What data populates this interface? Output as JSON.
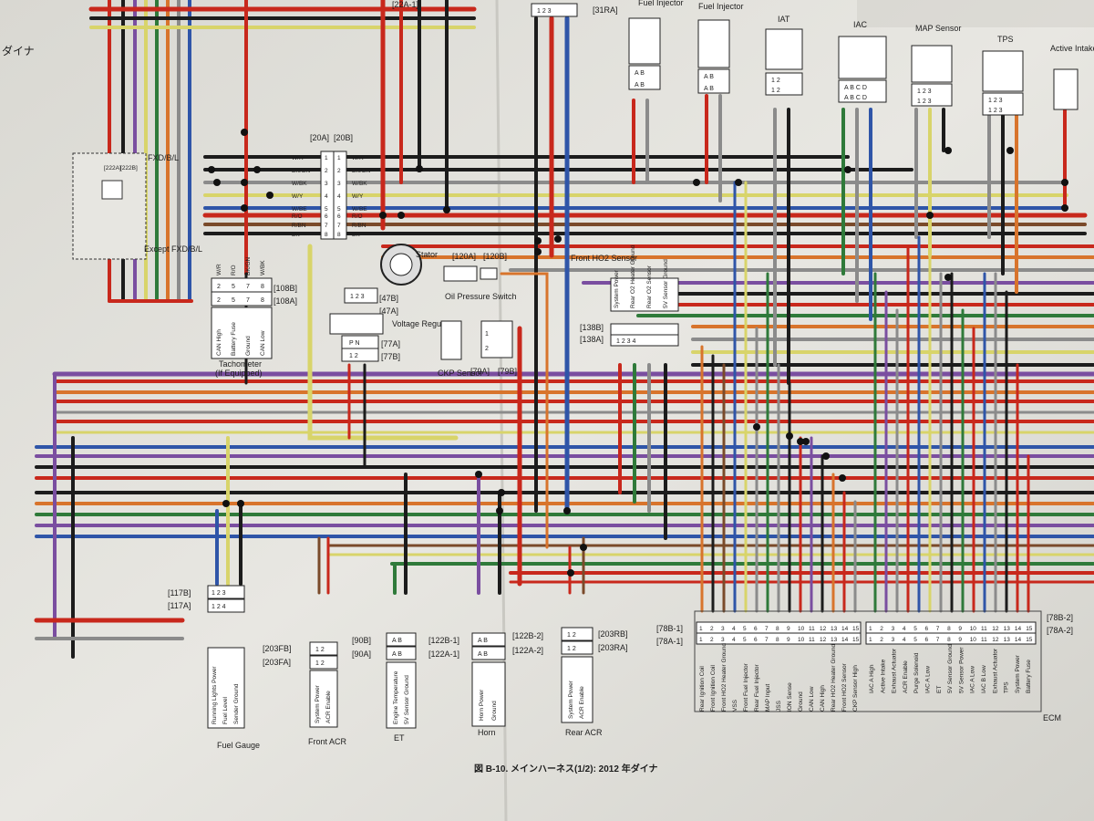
{
  "page": {
    "side_label": "ダイナ",
    "caption": "図 B-10. メインハーネス(1/2): 2012 年ダイナ"
  },
  "top": {
    "left_fuel_injector": "Fuel Injector",
    "right_fuel_injector": "Fuel Injector",
    "iat": "IAT",
    "iac": "IAC",
    "map": "MAP Sensor",
    "tps": "TPS",
    "active_intake": "Active Intake",
    "conn_22a": "[22A-1]",
    "conn_31ra": "[31RA]"
  },
  "left": {
    "fxd_label": "FXD/B/L",
    "except_label": "Except FXD/B/L",
    "conn_222a": "[222A]",
    "conn_222b": "[222B]",
    "conn_20a": "[20A]",
    "conn_20b": "[20B]",
    "conn_108b": "[108B]",
    "conn_108a": "[108A]",
    "tachometer": "Tachometer",
    "tachometer_note": "(If Equipped)",
    "tach_pins": [
      "CAN High",
      "Battery Fuse",
      "Ground",
      "CAN Low"
    ],
    "tach_wires": [
      "W/R",
      "R/O",
      "BK/GN",
      "W/BK"
    ],
    "harness_wires": [
      "W/R",
      "BK/GN",
      "W/BK",
      "W/Y",
      "W/BE",
      "R/O",
      "R/BN",
      "BK"
    ]
  },
  "middle": {
    "stator": "Stator",
    "voltage_regulator": "Voltage Regulator",
    "conn_47b": "[47B]",
    "conn_47a": "[47A]",
    "conn_77a": "[77A]",
    "conn_77b": "[77B]",
    "oil_pressure": "Oil Pressure Switch",
    "conn_120a": "[120A]",
    "conn_120b": "[120B]",
    "ckp": "CKP Sensor",
    "conn_79a": "[79A]",
    "conn_79b": "[79B]",
    "front_ho2": "Front HO2 Sensor",
    "ho2_pins": [
      "System Power",
      "Rear O2 Heater Ground",
      "Rear O2 Sensor",
      "5V Sensor Ground"
    ],
    "conn_138b": "[138B]",
    "conn_138a": "[138A]"
  },
  "bottom": {
    "fuel_gauge": "Fuel Gauge",
    "fuel_gauge_pins": [
      "Running Lights Power",
      "Fuel Level",
      "Sender Ground"
    ],
    "conn_117b": "[117B]",
    "conn_117a": "[117A]",
    "front_acr": "Front ACR",
    "acr_pins": [
      "System Power",
      "ACR Enable"
    ],
    "conn_203fb": "[203FB]",
    "conn_203fa": "[203FA]",
    "et": "ET",
    "et_pins": [
      "Engine Temperature",
      "5V Sensor Ground"
    ],
    "conn_90b": "[90B]",
    "conn_90a": "[90A]",
    "horn": "Horn",
    "horn_pins": [
      "Horn Power",
      "Ground"
    ],
    "conn_122b1": "[122B-1]",
    "conn_122a1": "[122A-1]",
    "conn_122b2": "[122B-2]",
    "conn_122a2": "[122A-2]",
    "rear_acr": "Rear ACR",
    "conn_203rb": "[203RB]",
    "conn_203ra": "[203RA]"
  },
  "ecm": {
    "label": "ECM",
    "conn_78b1": "[78B-1]",
    "conn_78a1": "[78A-1]",
    "conn_78b2": "[78B-2]",
    "conn_78a2": "[78A-2]",
    "left_pins": [
      "Rear Ignition Coil",
      "Front Ignition Coil",
      "Front HO2 Heater Ground",
      "VSS",
      "Front Fuel Injector",
      "Rear Fuel Injector",
      "MAP Input",
      "JSS",
      "ION Sense",
      "Ground",
      "CAN Low",
      "CAN High",
      "Rear HO2 Heater Ground",
      "Front HO2 Sensor",
      "CKP Sensor High"
    ],
    "right_pins": [
      "IAC A High",
      "Active Intake",
      "Exhaust Actuator",
      "ACR Enable",
      "Purge Solenoid",
      "IAC A Low",
      "ET",
      "5V Sensor Ground",
      "5V Sensor Power",
      "IAC A Low",
      "IAC B Low",
      "Exhaust Actuator",
      "TPS",
      "System Power",
      "Battery Fuse"
    ]
  },
  "colors": {
    "paper": "#e4e3de",
    "red": "#c8281c",
    "black": "#1c1c1c",
    "blue": "#2f55a8",
    "green": "#2f7a3a",
    "yellow": "#d8d46a",
    "orange": "#d8742c",
    "violet": "#7a4ea0",
    "gray": "#8b8b8b",
    "brown": "#7a4a2a"
  }
}
